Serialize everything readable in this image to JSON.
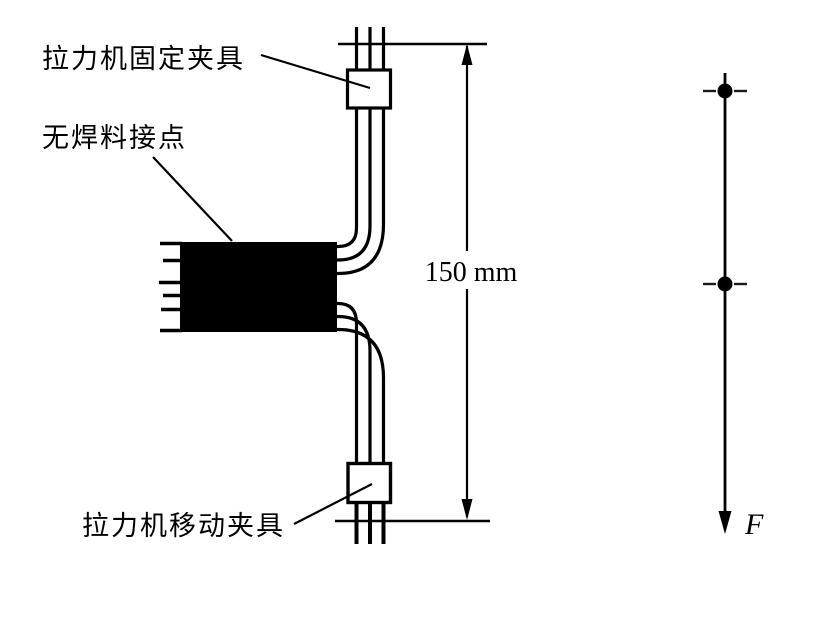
{
  "labels": {
    "fixed_clamp": "拉力机固定夹具",
    "solderless_joint": "无焊料接点",
    "moving_clamp": "拉力机移动夹具",
    "gauge_length": "150 mm",
    "force": "F"
  },
  "colors": {
    "ink": "#000000",
    "background": "#ffffff"
  }
}
